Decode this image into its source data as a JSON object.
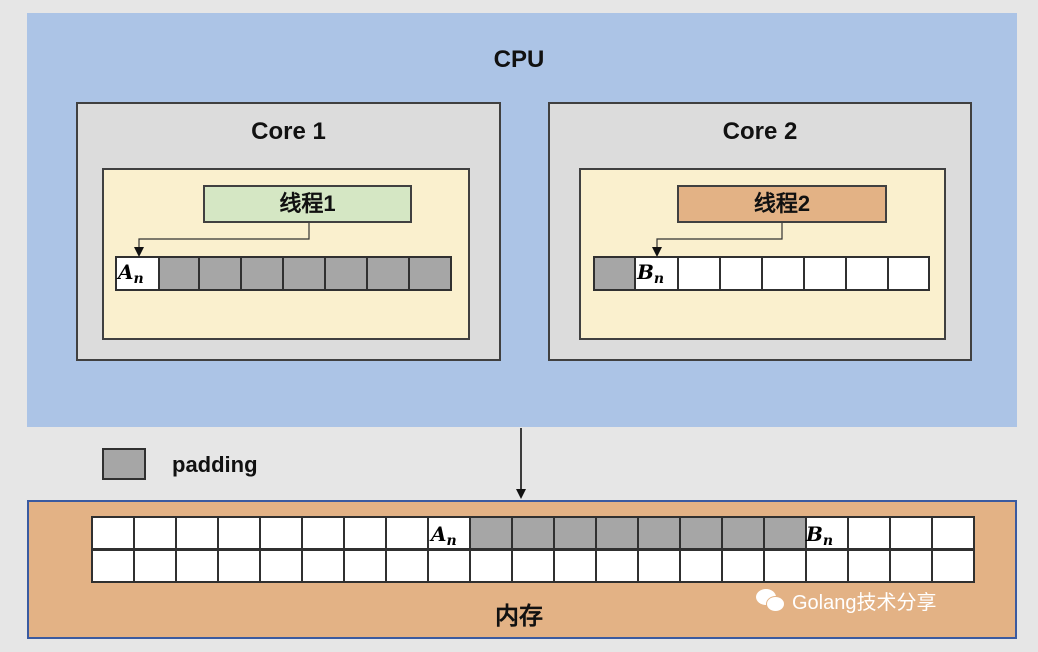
{
  "cpu": {
    "title": "CPU"
  },
  "cores": [
    {
      "title": "Core 1",
      "thread": "线程1",
      "variable": "A",
      "subscript": "n"
    },
    {
      "title": "Core 2",
      "thread": "线程2",
      "variable": "B",
      "subscript": "n"
    }
  ],
  "legend": {
    "label": "padding"
  },
  "memory": {
    "title": "内存",
    "labels": [
      {
        "variable": "A",
        "subscript": "n"
      },
      {
        "variable": "B",
        "subscript": "n"
      }
    ]
  },
  "watermark": {
    "text": "Golang技术分享"
  },
  "colors": {
    "cpu": "#acc4e6",
    "core": "#dcdcdc",
    "cache": "#faf0ce",
    "thread1": "#d5e7c4",
    "thread2": "#e3b285",
    "padding": "#a6a6a6",
    "memory": "#e3b285"
  }
}
